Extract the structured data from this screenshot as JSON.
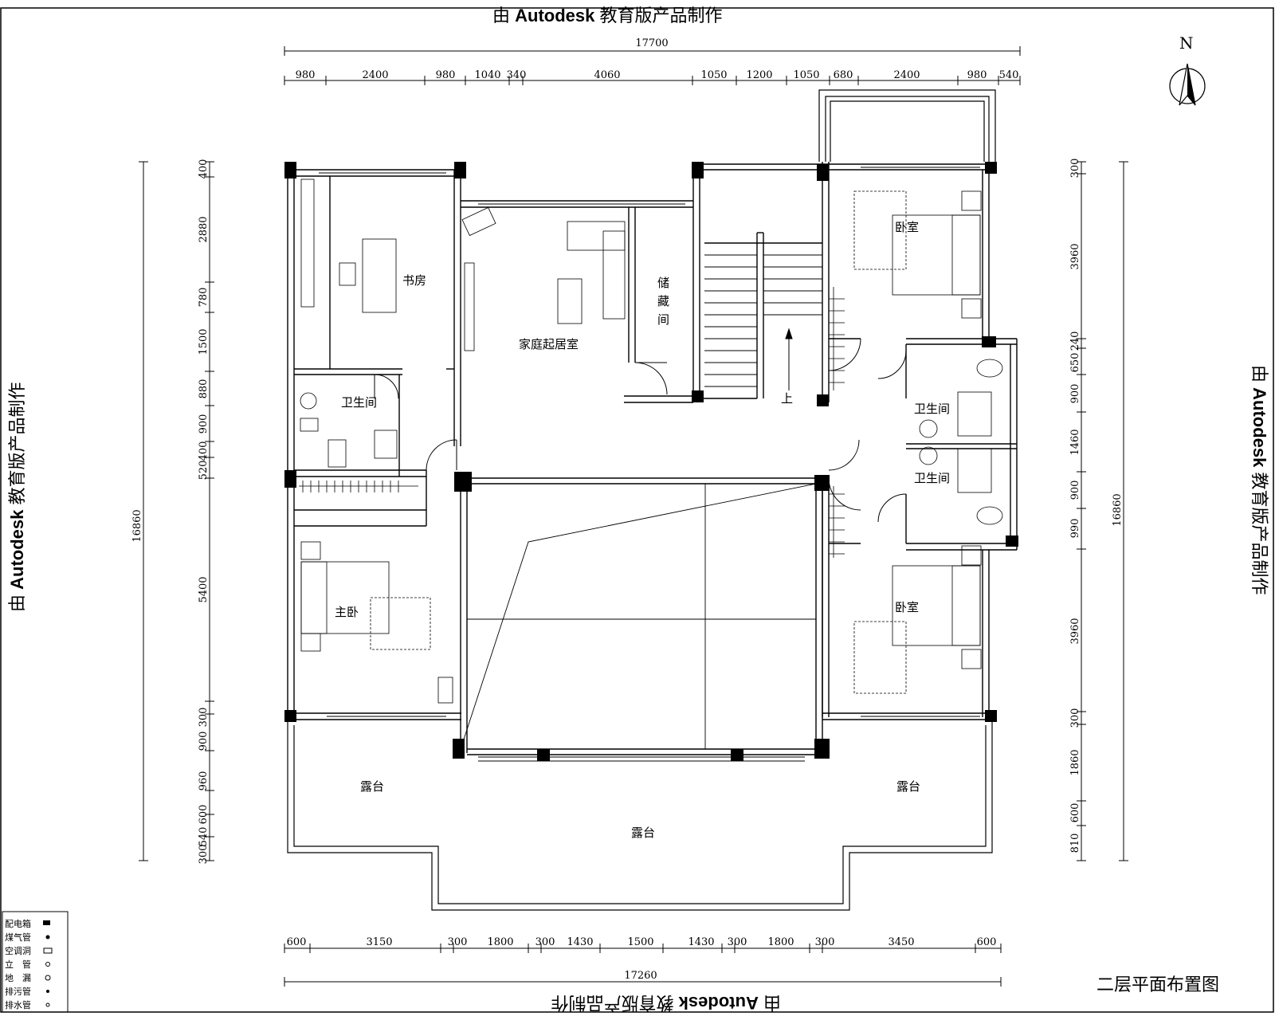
{
  "watermark": {
    "prefix": "由",
    "brand": "Autodesk",
    "suffix": "教育版产品制作"
  },
  "drawing_title": "二层平面布置图",
  "north_label": "N",
  "dims": {
    "top_total": "17700",
    "top_segments": [
      "980",
      "2400",
      "980",
      "1040",
      "340",
      "4060",
      "1050",
      "1200",
      "1050",
      "680",
      "2400",
      "980",
      "540"
    ],
    "bottom_total": "17260",
    "bottom_segments": [
      "600",
      "3150",
      "300",
      "1800",
      "300",
      "1430",
      "1500",
      "1430",
      "300",
      "1800",
      "300",
      "3450",
      "600"
    ],
    "left_total": "16860",
    "left_segments": [
      "400",
      "2880",
      "780",
      "1500",
      "880",
      "900",
      "400",
      "520",
      "5400",
      "300",
      "900",
      "960",
      "600",
      "540",
      "300"
    ],
    "right_total": "16860",
    "right_segments": [
      "300",
      "3960",
      "240",
      "650",
      "900",
      "1460",
      "900",
      "990",
      "3960",
      "300",
      "1860",
      "600",
      "810"
    ]
  },
  "rooms": {
    "study": "书房",
    "family_room": "家庭起居室",
    "storage": [
      "储",
      "藏",
      "间"
    ],
    "bath_left": "卫生间",
    "bath_right_upper": "卫生间",
    "bath_right_lower": "卫生间",
    "master_bedroom": "主卧",
    "bedroom_upper": "卧室",
    "bedroom_lower": "卧室",
    "terrace_left": "露台",
    "terrace_right": "露台",
    "terrace_center": "露台",
    "stair_up": "上"
  },
  "legend": {
    "items": [
      {
        "label": "配电箱"
      },
      {
        "label": "煤气管"
      },
      {
        "label": "空调洞"
      },
      {
        "label": "立　管"
      },
      {
        "label": "地　漏"
      },
      {
        "label": "排污管"
      },
      {
        "label": "排水管"
      }
    ]
  }
}
